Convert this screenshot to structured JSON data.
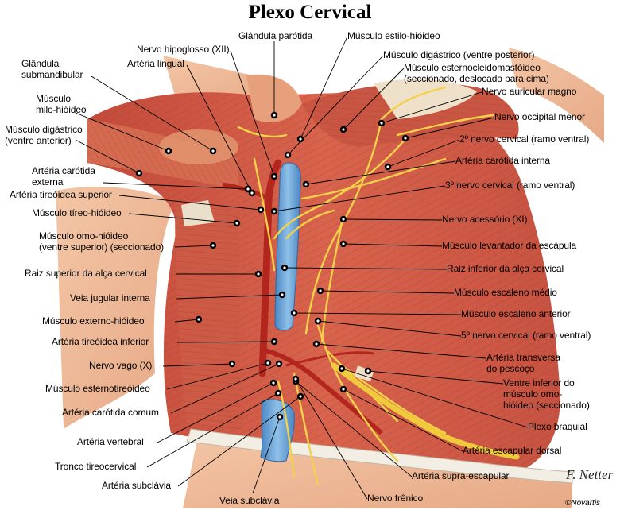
{
  "title": "Plexo Cervical",
  "signature": "F. Netter",
  "copyright": "©Novartis",
  "labels": [
    {
      "id": "glandula-parotida",
      "lines": [
        "Glândula parótida"
      ]
    },
    {
      "id": "musculo-estilo-hioideo",
      "lines": [
        "Músculo estilo-hióideo"
      ]
    },
    {
      "id": "nervo-hipoglosso",
      "lines": [
        "Nervo hipoglosso (XII)"
      ]
    },
    {
      "id": "arteria-lingual",
      "lines": [
        "Artéria lingual"
      ]
    },
    {
      "id": "musculo-digastrico-posterior",
      "lines": [
        "Músculo digástrico (ventre posterior)"
      ]
    },
    {
      "id": "musculo-esternocleidomastoideo",
      "lines": [
        "Músculo esternocleidomastóideo",
        "(seccionado, deslocado para cima)"
      ]
    },
    {
      "id": "glandula-submandibular",
      "lines": [
        "Glândula",
        "submandibular"
      ]
    },
    {
      "id": "nervo-auricular-magno",
      "lines": [
        "Nervo auricular magno"
      ]
    },
    {
      "id": "musculo-milo-hioideo",
      "lines": [
        "Músculo",
        "milo-hióideo"
      ]
    },
    {
      "id": "nervo-occipital-menor",
      "lines": [
        "Nervo occipital menor"
      ]
    },
    {
      "id": "musculo-digastrico-anterior",
      "lines": [
        "Músculo digástrico",
        "(ventre anterior)"
      ]
    },
    {
      "id": "segundo-nervo-cervical",
      "lines": [
        "2º nervo cervical (ramo ventral)"
      ]
    },
    {
      "id": "arteria-carotida-interna",
      "lines": [
        "Artéria carótida interna"
      ]
    },
    {
      "id": "arteria-carotida-externa",
      "lines": [
        "Artéria carótida",
        "externa"
      ]
    },
    {
      "id": "terceiro-nervo-cervical",
      "lines": [
        "3º nervo cervical (ramo ventral)"
      ]
    },
    {
      "id": "arteria-tireoidea-superior",
      "lines": [
        "Artéria tireóidea superior"
      ]
    },
    {
      "id": "musculo-tireo-hioideo",
      "lines": [
        "Músculo tíreo-hióideo"
      ]
    },
    {
      "id": "nervo-acessorio",
      "lines": [
        "Nervo acessório (XI)"
      ]
    },
    {
      "id": "musculo-omo-hioideo-superior",
      "lines": [
        "Músculo omo-hióideo",
        "(ventre superior) (seccionado)"
      ]
    },
    {
      "id": "musculo-levantador-escapula",
      "lines": [
        "Músculo levantador da escápula"
      ]
    },
    {
      "id": "raiz-inferior-alca",
      "lines": [
        "Raiz inferior da alça cervical"
      ]
    },
    {
      "id": "raiz-superior-alca",
      "lines": [
        "Raiz superior da alça cervical"
      ]
    },
    {
      "id": "musculo-escaleno-medio",
      "lines": [
        "Músculo escaleno médio"
      ]
    },
    {
      "id": "veia-jugular-interna",
      "lines": [
        "Veia jugular interna"
      ]
    },
    {
      "id": "musculo-escaleno-anterior",
      "lines": [
        "Músculo escaleno anterior"
      ]
    },
    {
      "id": "musculo-externo-hioideo",
      "lines": [
        "Músculo externo-hióideo"
      ]
    },
    {
      "id": "quinto-nervo-cervical",
      "lines": [
        "5º nervo cervical (ramo ventral)"
      ]
    },
    {
      "id": "arteria-tireoidea-inferior",
      "lines": [
        "Artéria tireóidea inferior"
      ]
    },
    {
      "id": "arteria-transversa-pescoco",
      "lines": [
        "Artéria transversa",
        "do pescoço"
      ]
    },
    {
      "id": "nervo-vago",
      "lines": [
        "Nervo vago (X)"
      ]
    },
    {
      "id": "ventre-inferior-omo-hioideo",
      "lines": [
        "Ventre inferior do",
        "músculo omo-",
        "hióideo (seccionado)"
      ]
    },
    {
      "id": "musculo-esternotireoideo",
      "lines": [
        "Músculo esternotireóideo"
      ]
    },
    {
      "id": "arteria-carotida-comum",
      "lines": [
        "Artéria carótida comum"
      ]
    },
    {
      "id": "plexo-braquial",
      "lines": [
        "Plexo braquial"
      ]
    },
    {
      "id": "arteria-vertebral",
      "lines": [
        "Artéria vertebral"
      ]
    },
    {
      "id": "arteria-escapular-dorsal",
      "lines": [
        "Artéria escapular dorsal"
      ]
    },
    {
      "id": "tronco-tireocervical",
      "lines": [
        "Tronco tireocervical"
      ]
    },
    {
      "id": "arteria-supra-escapular",
      "lines": [
        "Artéria supra-escapular"
      ]
    },
    {
      "id": "arteria-subclavia",
      "lines": [
        "Artéria subclávia"
      ]
    },
    {
      "id": "veia-subclavia",
      "lines": [
        "Veia subclávia"
      ]
    },
    {
      "id": "nervo-frenico",
      "lines": [
        "Nervo frênico"
      ]
    }
  ]
}
